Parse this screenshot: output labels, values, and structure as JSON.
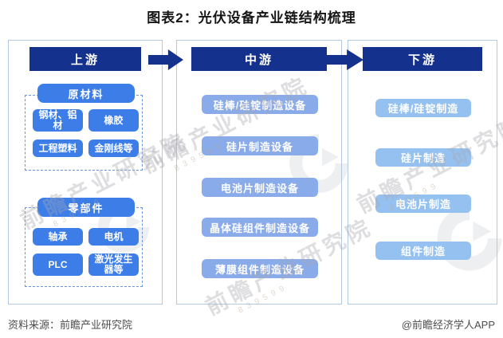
{
  "title": "图表2：光伏设备产业链结构梳理",
  "columns": [
    {
      "header": "上游",
      "groups": [
        {
          "label": "原材料",
          "items": [
            "钢材、铝材",
            "橡胶",
            "工程塑料",
            "金刚线等"
          ]
        },
        {
          "label": "零部件",
          "items": [
            "轴承",
            "电机",
            "PLC",
            "激光发生器等"
          ]
        }
      ]
    },
    {
      "header": "中游",
      "items": [
        "硅棒/硅锭制造设备",
        "硅片制造设备",
        "电池片制造设备",
        "晶体硅组件制造设备",
        "薄膜组件制造设备"
      ]
    },
    {
      "header": "下游",
      "items": [
        "硅棒/硅锭制造",
        "硅片制造",
        "电池片制造",
        "组件制造"
      ]
    }
  ],
  "footer": {
    "source": "资料来源：前瞻产业研究院",
    "credit": "@前瞻经济学人APP"
  },
  "watermark": {
    "text": "前瞻产业研究院",
    "stock_code": "839599"
  },
  "colors": {
    "header_navy": "#14318e",
    "upstream_blue": "#3d7de8",
    "midstream_blue": "#8aabe9",
    "downstream_blue": "#95c1f0",
    "panel_border": "#b3c9e2",
    "dashed_border": "#6a95dd"
  }
}
